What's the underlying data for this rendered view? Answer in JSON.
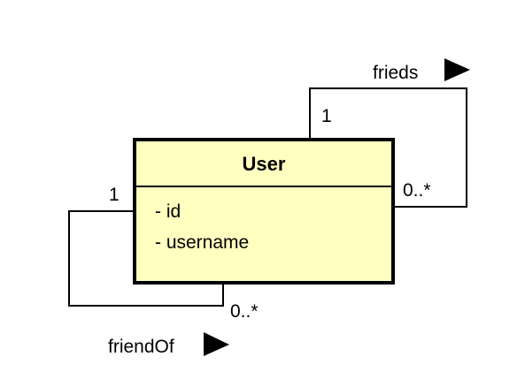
{
  "class": {
    "name": "User",
    "fill": "#ffffc0",
    "attributes": [
      "- id",
      "- username"
    ]
  },
  "associations": {
    "frieds": {
      "name": "frieds",
      "source_multiplicity": "1",
      "target_multiplicity": "0..*",
      "direction_icon": "right-triangle-arrow"
    },
    "friendOf": {
      "name": "friendOf",
      "source_multiplicity": "1",
      "target_multiplicity": "0..*",
      "direction_icon": "right-triangle-arrow"
    }
  }
}
